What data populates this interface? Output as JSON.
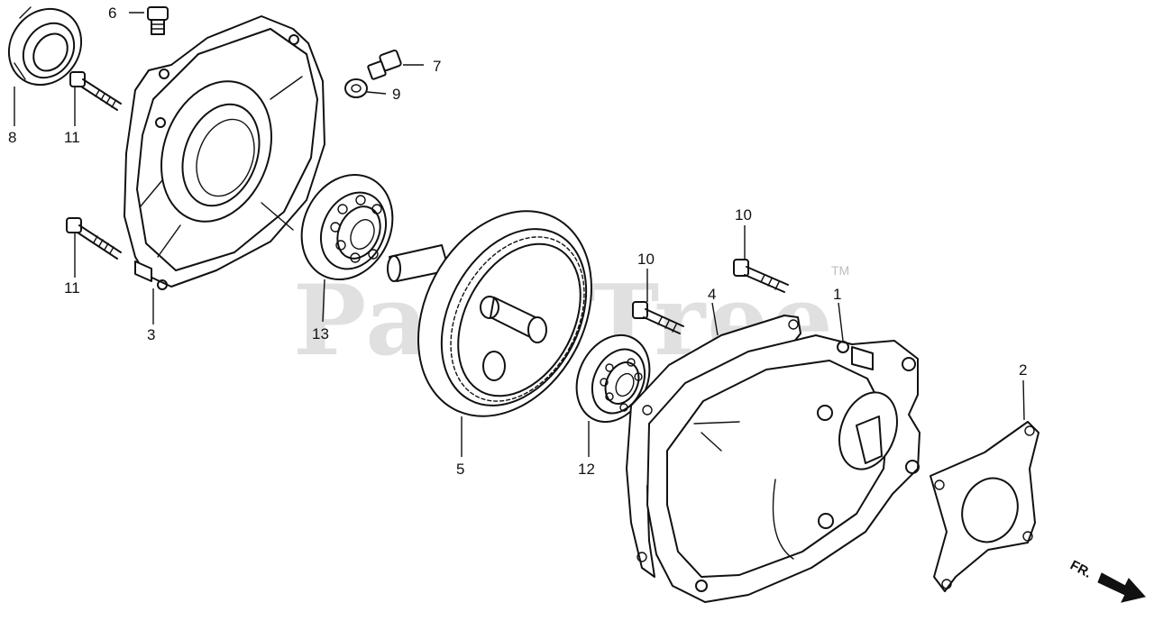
{
  "watermark": {
    "text": "PartsTree",
    "trademark": "TM"
  },
  "orientation": {
    "label": "FR."
  },
  "callouts": {
    "c1": "1",
    "c2": "2",
    "c3": "3",
    "c4": "4",
    "c5": "5",
    "c6": "6",
    "c7": "7",
    "c8": "8",
    "c9": "9",
    "c10a": "10",
    "c10b": "10",
    "c11a": "11",
    "c11b": "11",
    "c12": "12",
    "c13": "13"
  }
}
